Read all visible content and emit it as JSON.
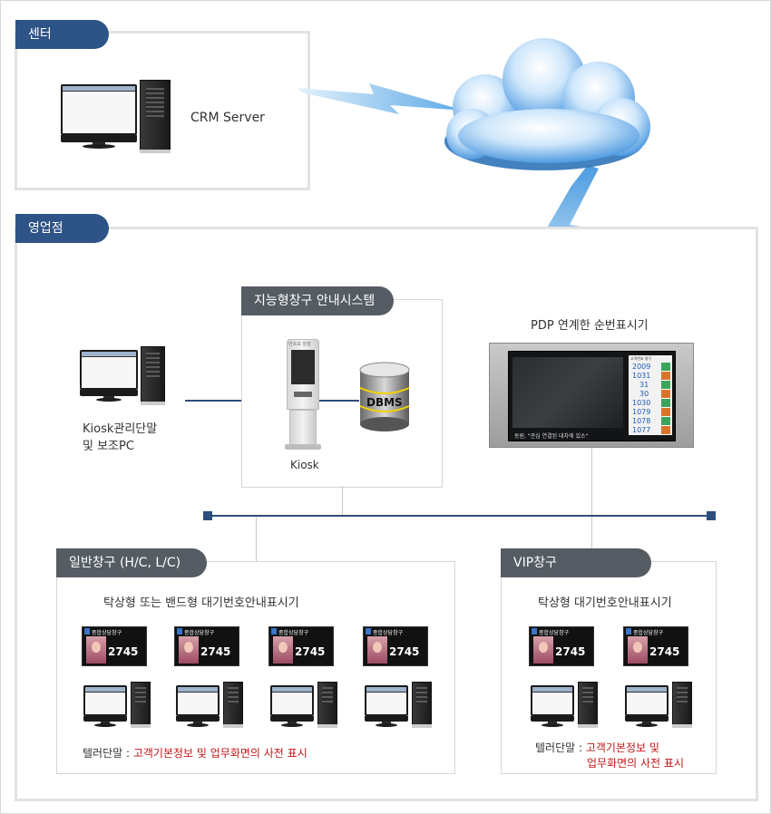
{
  "sections": {
    "center_tab": "센터",
    "branch_tab": "영업점"
  },
  "center": {
    "crm_label": "CRM Server"
  },
  "kiosk_admin": {
    "line1": "Kiosk관리단말",
    "line2": "및 보조PC"
  },
  "smart_system": {
    "tab": "지능형창구 안내시스템",
    "kiosk_label": "Kiosk",
    "dbms_label": "DBMS",
    "kiosk_screen_text": "번호표 발행"
  },
  "pdp": {
    "label": "PDP 연계한 순번표시기",
    "numbers": [
      "2009",
      "1031",
      "31",
      "30",
      "1030",
      "1079",
      "1078",
      "1077"
    ],
    "header": "고객번호 창구",
    "ticker": "동원, \"관심 연결된 대차에 있소\""
  },
  "general": {
    "tab": "일반창구 (H/C, L/C)",
    "subtitle": "탁상형 또는 밴드형 대기번호안내표시기",
    "teller_prefix": "텔러단말 : ",
    "teller_note": "고객기본정보 및 업무화면의 사전 표시"
  },
  "vip": {
    "tab": "VIP창구",
    "subtitle": "탁상형 대기번호안내표시기",
    "teller_prefix": "텔러단말 : ",
    "teller_note_line1": "고객기본정보 및",
    "teller_note_line2": "업무화면의 사전 표시"
  },
  "queue_display": {
    "title": "종합상담창구",
    "number": "2745"
  },
  "colors": {
    "tab_blue": "#2d5387",
    "tab_gray": "#555c63",
    "network_line": "#2d4f7c",
    "note_red": "#c01818",
    "lightning": "#6fb6ee"
  }
}
